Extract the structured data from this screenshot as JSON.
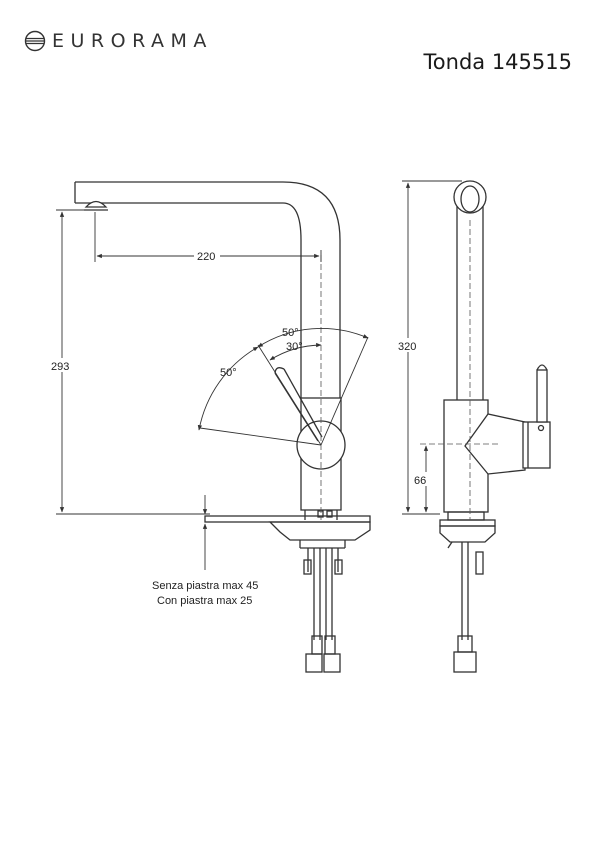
{
  "brand": {
    "name": "EURORAMA",
    "icon": "eurorama-logo-icon"
  },
  "product": {
    "title": "Tonda 145515"
  },
  "dimensions": {
    "spout_reach": "220",
    "spout_height": "293",
    "total_height": "320",
    "lever_height": "66",
    "lever_angle_total": "50°",
    "lever_angle_inner": "30°",
    "lever_angle_side": "50°"
  },
  "notes": {
    "without_plate": "Senza piastra max 45",
    "with_plate": "Con piastra max 25"
  }
}
